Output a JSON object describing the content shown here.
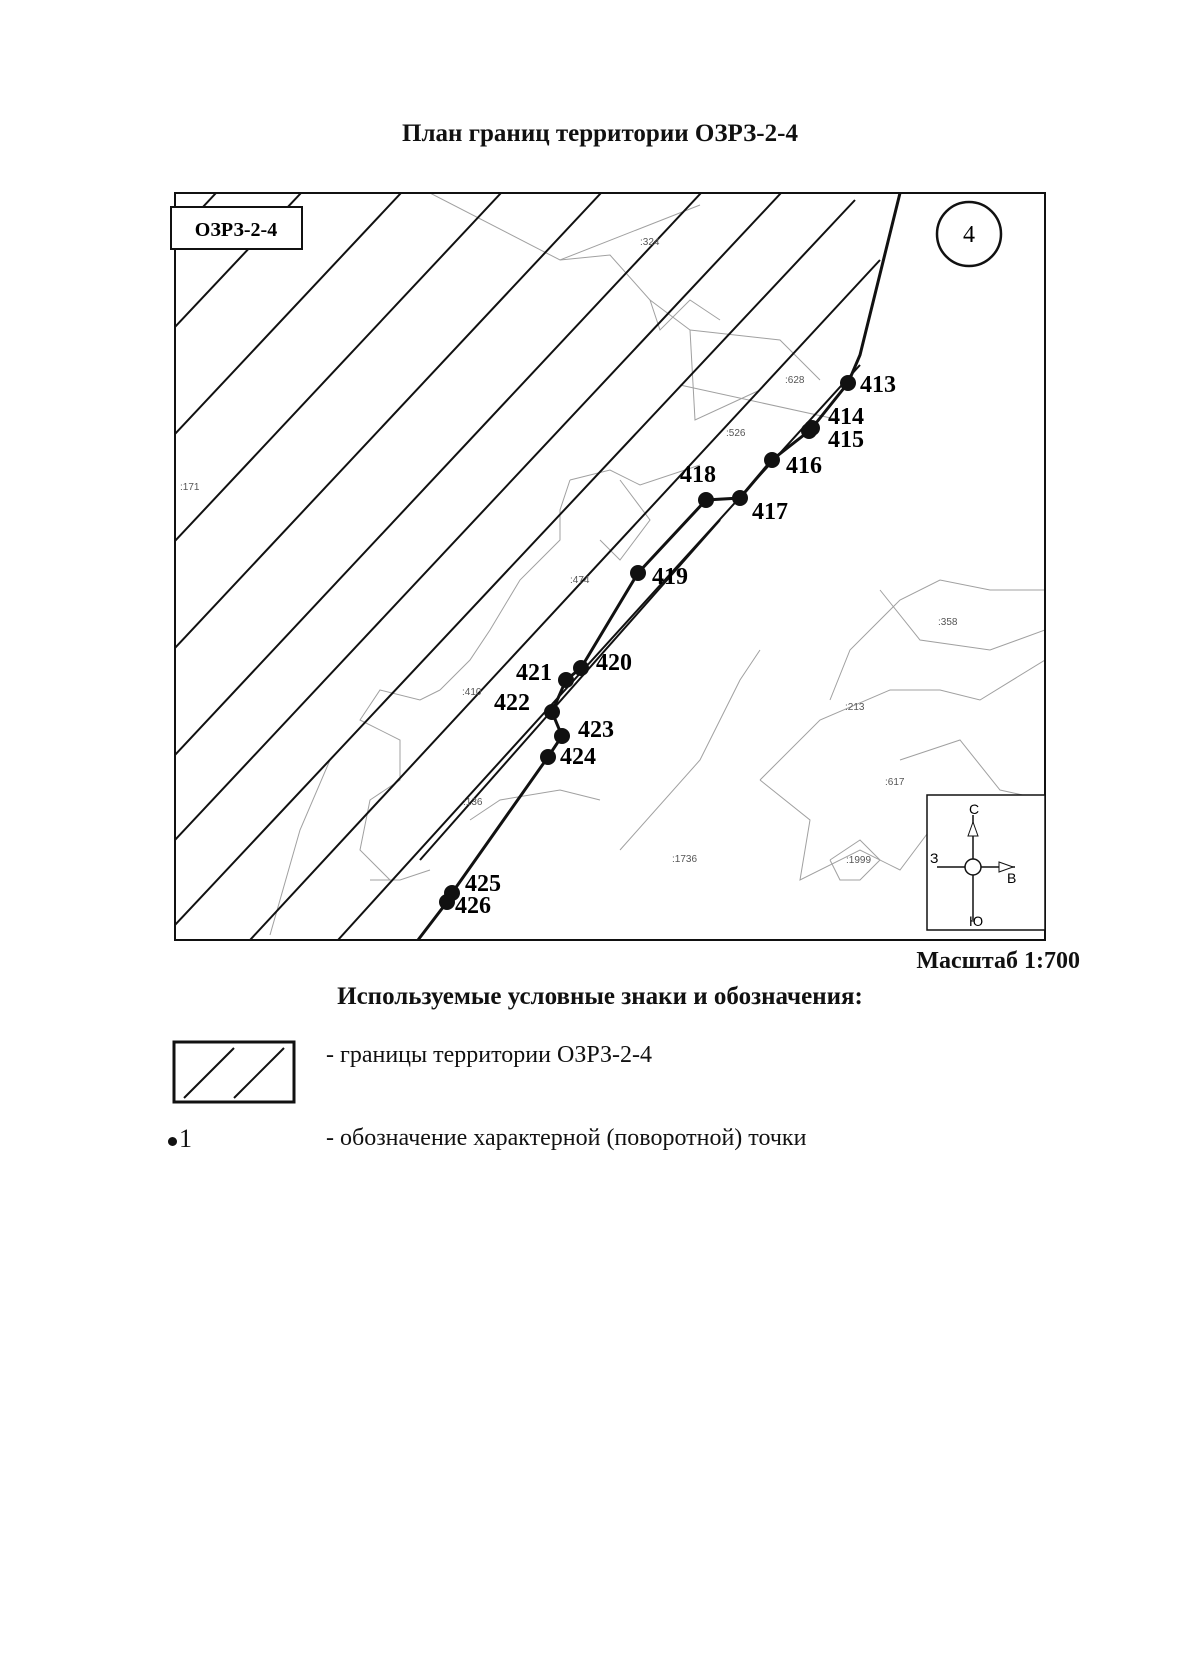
{
  "title": "План границ территории ОЗРЗ-2-4",
  "map": {
    "zone_label": "ОЗРЗ-2-4",
    "sheet_number": "4",
    "parcels": [
      ":324",
      ":628",
      ":526",
      ":171",
      ":474",
      ":410",
      ":358",
      ":213",
      ":617",
      ":136",
      ":1736",
      ":1999"
    ],
    "points": [
      "413",
      "414",
      "415",
      "416",
      "417",
      "418",
      "419",
      "420",
      "421",
      "422",
      "423",
      "424",
      "425",
      "426"
    ],
    "compass": {
      "north": "С",
      "south": "Ю",
      "west": "З",
      "east": "В"
    }
  },
  "scale_text": "Масштаб 1:700",
  "legend": {
    "title": "Используемые условные знаки и обозначения:",
    "items": [
      {
        "symbol": "hatch",
        "text": "- границы территории ОЗРЗ-2-4"
      },
      {
        "symbol": "point",
        "symbol_label": "1",
        "text": "- обозначение характерной (поворотной) точки"
      }
    ]
  },
  "colors": {
    "ink": "#111111",
    "parcel_lines": "#a0a0a0"
  }
}
